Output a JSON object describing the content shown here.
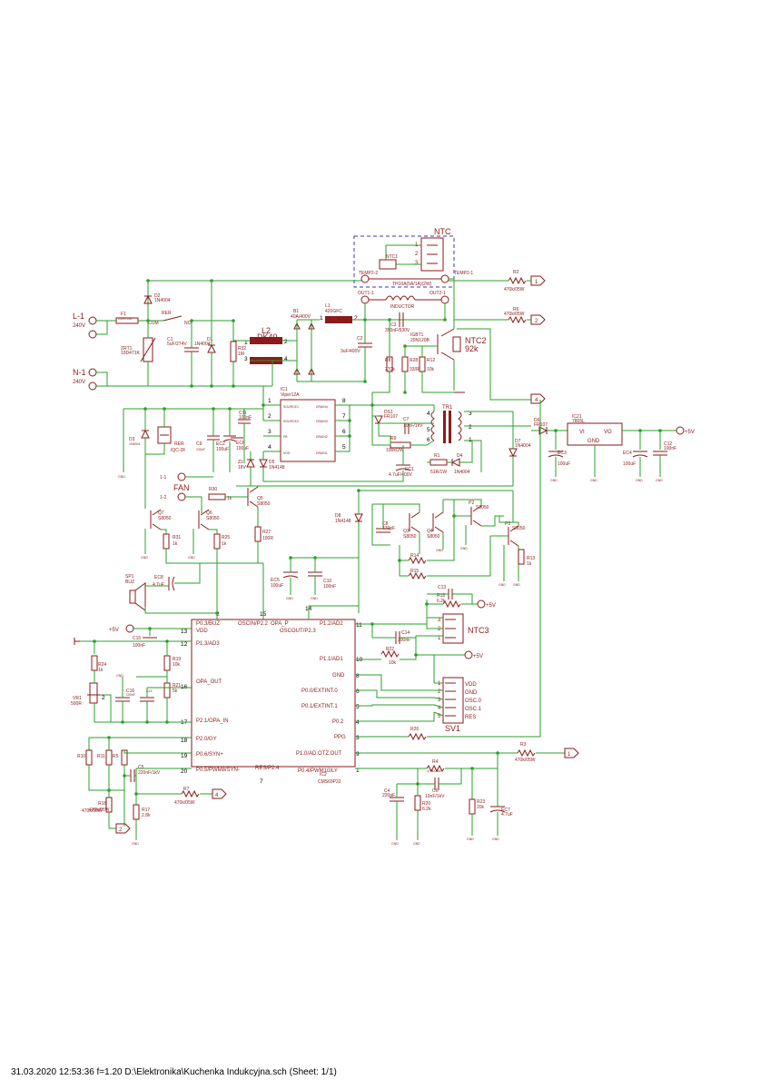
{
  "footer": "31.03.2020 12:53:36  f=1.20  D:\\Elektronika\\Kuchenka Indukcyjna.sch (Sheet: 1/1)",
  "connectors": {
    "ntc": {
      "title": "NTC",
      "pins": [
        "1",
        "2",
        "3"
      ]
    },
    "ntc3": {
      "title": "NTC3",
      "pins": [
        "3",
        "2",
        "1"
      ]
    },
    "sv1": {
      "title": "SV1",
      "pins": [
        "VDD",
        "GND",
        "OSC.0",
        "OSC.1",
        "RES"
      ],
      "nums": [
        "1",
        "2",
        "3",
        "4",
        "5"
      ]
    }
  },
  "mains": {
    "l1": "L-1",
    "n1": "N-1",
    "v1": "240V",
    "v2": "240V",
    "fan": "FAN",
    "fan1": "1-1",
    "fan2": "1-2",
    "temp2": "TEMP2-2",
    "temp1": "TEMP2-1",
    "out1": "OUT1-1",
    "out2": "OUT2-1",
    "inductor": "INDUCTOR"
  },
  "labels": {
    "d2": "D2",
    "d2v": "1N4004",
    "f1": "F1",
    "f1v": "250V/15A",
    "rer": "RER",
    "com": "COM",
    "no": "NO",
    "zrt1": "ZRT1",
    "zrt1v": "10D471K",
    "c1": "C1",
    "c1v": "5uF/274V",
    "d1": "D1",
    "d1v": "1N4004",
    "r32": "R32",
    "r32v": "1M",
    "l2": "L2",
    "dk40": "DK40",
    "b1": "B1",
    "b1v": "40A/400V",
    "l1": "L1",
    "l1v": "420GFC",
    "c2": "C2",
    "c2v": "3uF/400V",
    "c3": "C3",
    "c3v": "350nF/630V",
    "igbt1": "IGBT1",
    "igbt1v": "20N120B",
    "ntc2": "NTC2",
    "ntc2v": "92k",
    "ntc1": "NTC1",
    "th": "TH10A(5A/1A)(2W)",
    "r8": "R8",
    "r8v": "270k",
    "r28": "R28",
    "r28v": "33/R",
    "r12": "R12",
    "r12v": "10k",
    "r2": "R2",
    "r2v": "470k/05W",
    "r6": "R6",
    "r6v": "470k/05W",
    "ic1": "IC1",
    "ic1v": "Viper12A",
    "s1": "SOURCE1",
    "s2": "SOURCE2",
    "fb": "FB",
    "vdd": "VDD",
    "dr1": "DRAIN1",
    "dr2": "DRAIN2",
    "dr3": "DRAIN3",
    "dr4": "DRAIN4",
    "ds1": "DS1",
    "ds1v": "FR107",
    "c7": "C7",
    "c7v": "10nF/1kV",
    "r9": "R9",
    "r9v": "100k/2W",
    "ec1": "EC1",
    "ec1v": "4.7uF/400V",
    "r1": "R1",
    "r1v": "51R/1W",
    "d4": "D4",
    "d4v": "1N4004",
    "tr1": "TR1",
    "d6": "D6",
    "d6v": "FR107",
    "d7": "D7",
    "d7v": "1N4004",
    "ec3": "EC3",
    "ec3v": "100uF",
    "ic21": "IC21",
    "ic21v": "7805L",
    "vi": "VI",
    "vo": "VO",
    "gndp": "GND",
    "ec4": "EC4",
    "ec4v": "100uF",
    "c12": "C12",
    "c12v": "100nF",
    "plus5": "+5V",
    "d3": "D3",
    "d3v": "1N4004",
    "rer2": "RER",
    "rer2v": "IQC-3F",
    "c11": "C11",
    "c11v": "100nF",
    "ec2": "EC2",
    "ec2v": "100uF",
    "c9": "C9",
    "c9v": "220nF",
    "ec6": "EC6",
    "ec6v": "100uF",
    "z1": "Z1",
    "z1v": "18V",
    "d5": "D5",
    "d5v": "1N4148",
    "r30": "R30",
    "r30v": "1k",
    "q5": "Q5",
    "q5v": "S8050",
    "q7": "Q7",
    "q7v": "S8050",
    "q6": "Q6",
    "q6v": "S8050",
    "r31": "R31",
    "r31v": "1k",
    "r25": "R25",
    "r25v": "1k",
    "r27": "R27",
    "r27v": "100R",
    "d8": "D8",
    "d8v": "1N4148",
    "c8": "C8",
    "c8v": "470pF",
    "q3": "Q3",
    "q3v": "S8050",
    "q4": "Q4",
    "q4v": "S8050",
    "p2": "P2",
    "p2v": "S8050",
    "p3": "P3",
    "p3v": "S8050",
    "r14": "R14",
    "r15": "R15",
    "r13": "R13",
    "r13v": "1k",
    "sp1": "SP1",
    "buz": "BUZ",
    "ec8": "EC8",
    "ec8v": "4.7uF",
    "ec5": "EC5",
    "ec5v": "100uF",
    "c10": "C10",
    "c10v": "100nF",
    "c13": "C13",
    "r16": "R16",
    "r16v": "6.2k",
    "c14": "C14",
    "c14v": "100nF",
    "r22": "R22",
    "r22v": "10k",
    "c15": "C15",
    "c15v": "100nF",
    "r24": "R24",
    "r24v": "1k",
    "vr1": "VR1",
    "vr1v": "500R",
    "r19": "R19",
    "r19v": "10k",
    "r21": "R21",
    "r21v": "5k",
    "c16": "C16",
    "c16v": "100nF",
    "r26": "R26",
    "r3": "R3",
    "r3v": "470k/05W",
    "r4": "R4",
    "r4v": "470k/05W",
    "c6": "C6",
    "c6v": "10nF/1kV",
    "c4": "C4",
    "c4v": "220pF",
    "r20": "R20",
    "r20v": "6.2k",
    "r23": "R23",
    "r23v": "20k",
    "ec7": "EC7",
    "ec7v": "4.7uF",
    "r5": "R5",
    "r5v": "470k/05W",
    "r10": "R10",
    "r11": "R11",
    "c5": "C5",
    "c5v": "220nF/1kV",
    "r7": "R7",
    "r7v": "470k/05W",
    "r18": "R18",
    "r18v": "470k/05W",
    "r17": "R17",
    "r17v": "2.8k",
    "ic2": "IC2",
    "ic2v": "CMS69P22"
  },
  "ic2": {
    "left": [
      {
        "num": "13",
        "name": "VDD"
      },
      {
        "num": "12",
        "name": "P1.3/AD3"
      },
      {
        "num": "16",
        "name": "OPA_OUT"
      },
      {
        "num": "17",
        "name": "P2.1/OPA_IN"
      },
      {
        "num": "18",
        "name": "P2.0/GY"
      },
      {
        "num": "19",
        "name": "P0.6/SYN+"
      },
      {
        "num": "20",
        "name": "P0.5/PWM8/SYN-"
      }
    ],
    "top": [
      {
        "num": "2",
        "name": "P0.3/BUZ"
      },
      {
        "num": "15",
        "name": "OSCIN/P2.2"
      },
      {
        "num": "14",
        "name": "OPA_P"
      }
    ],
    "top2": "OSCOUT/P2.3",
    "bottom": {
      "num": "7",
      "name": "RES/P2.4"
    },
    "right": [
      {
        "num": "11",
        "name": "P1.2/AD2"
      },
      {
        "num": "10",
        "name": "P1.1/AD1"
      },
      {
        "num": "8",
        "name": "GND"
      },
      {
        "num": "6",
        "name": "P0.0/EXTINT.0"
      },
      {
        "num": "5",
        "name": "P0.1/EXTINT.1"
      },
      {
        "num": "4",
        "name": "P0.2"
      },
      {
        "num": "3",
        "name": "PPG"
      },
      {
        "num": "9",
        "name": "P1.0/AD.OTZ.OUT"
      },
      {
        "num": "1",
        "name": "P0.4/PWM10/LY"
      }
    ]
  },
  "flags": [
    "1",
    "2",
    "4",
    "1",
    "2",
    "4",
    "2"
  ],
  "gnd": "GND"
}
